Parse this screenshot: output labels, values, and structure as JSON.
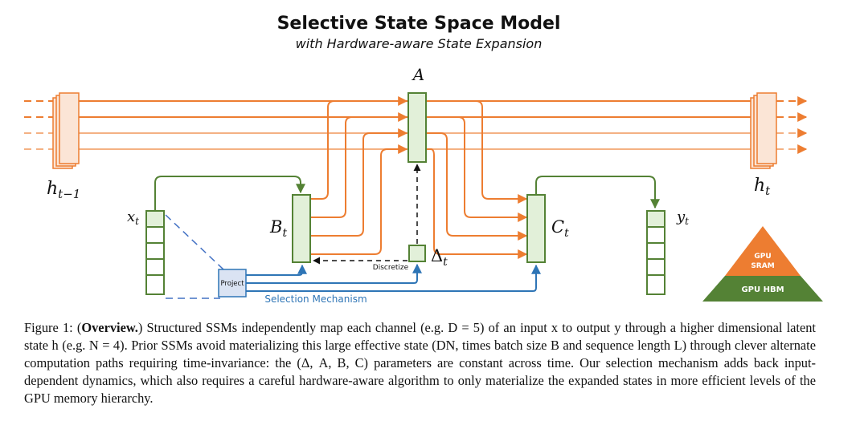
{
  "title": "Selective State Space Model",
  "subtitle": "with Hardware-aware State Expansion",
  "labels": {
    "A": "A",
    "h_prev": "h",
    "h_prev_sub": "t−1",
    "h_cur": "h",
    "h_cur_sub": "t",
    "x": "x",
    "x_sub": "t",
    "B": "B",
    "B_sub": "t",
    "C": "C",
    "C_sub": "t",
    "y": "y",
    "y_sub": "t",
    "delta": "Δ",
    "delta_sub": "t",
    "project": "Project",
    "discretize": "Discretize",
    "selection_mechanism": "Selection Mechanism"
  },
  "gpu_pyramid": {
    "top": "GPU",
    "top2": "SRAM",
    "bottom": "GPU HBM",
    "colors": {
      "sram": "#ED7D31",
      "hbm": "#548235"
    }
  },
  "colors": {
    "state_orange": "#ED7D31",
    "state_light": "#F4B183",
    "input_green": "#548235",
    "box_green_fill": "#E2F0D9",
    "selection_blue": "#2E75B6",
    "project_fill": "#DAE3F3",
    "dashed_blue": "#4472C4"
  },
  "caption": {
    "figure": "Figure 1: (",
    "bold": "Overview.",
    "rest": ") Structured SSMs independently map each channel (e.g. D = 5) of an input x to output y through a higher dimensional latent state h (e.g. N = 4). Prior SSMs avoid materializing this large effective state (DN, times batch size B and sequence length L) through clever alternate computation paths requiring time-invariance: the (Δ, A, B, C) parameters are constant across time. Our selection mechanism adds back input-dependent dynamics, which also requires a careful hardware-aware algorithm to only materialize the expanded states in more efficient levels of the GPU memory hierarchy."
  }
}
